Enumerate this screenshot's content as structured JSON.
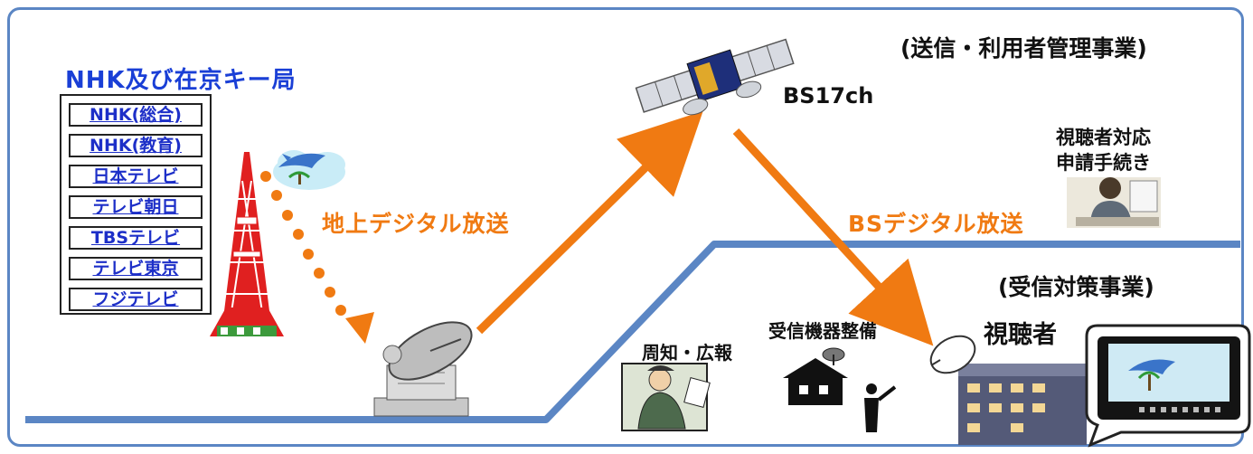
{
  "broadcasters": {
    "title": "NHK及び在京キー局",
    "channels": [
      "NHK(総合)",
      "NHK(教育)",
      "日本テレビ",
      "テレビ朝日",
      "TBSテレビ",
      "テレビ東京",
      "フジテレビ"
    ]
  },
  "labels": {
    "terrestrial": "地上デジタル放送",
    "bs_digital": "BSデジタル放送",
    "satellite_channel": "BS17ch",
    "transmission_business": "(送信・利用者管理事業)",
    "reception_business": "(受信対策事業)",
    "support": "視聴者対応\n申請手続き",
    "support_line1": "視聴者対応",
    "support_line2": "申請手続き",
    "publicity": "周知・広報",
    "equipment": "受信機器整備",
    "viewers": "視聴者"
  },
  "colors": {
    "frame": "#5b86c4",
    "ground": "#5b86c4",
    "arrow": "#f07a12",
    "title_blue": "#1a3fd6",
    "tower_red": "#e02020"
  },
  "icons": [
    "tokyo-tower-icon",
    "dolphin-icon",
    "satellite-icon",
    "dish-antenna-icon",
    "operator-icon",
    "messenger-icon",
    "house-antenna-icon",
    "apartment-icon",
    "tv-icon"
  ]
}
